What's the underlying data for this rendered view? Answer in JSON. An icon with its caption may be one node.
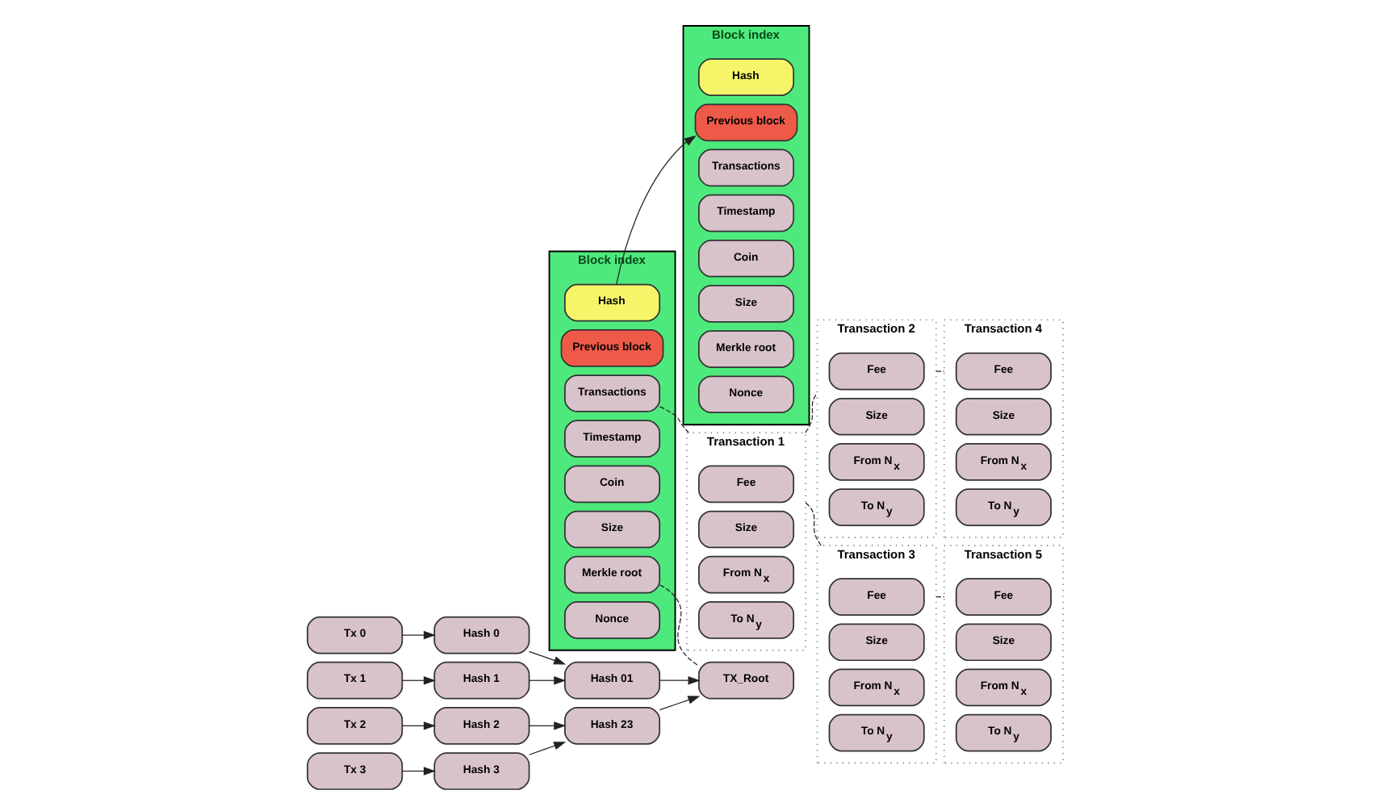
{
  "diagram": {
    "nodes": [
      {
        "text": [
          "Block index"
        ]
      },
      {
        "text": [
          "Hash"
        ],
        "in": 0
      },
      {
        "text": [
          "Previous block"
        ],
        "in": 0
      },
      {
        "text": [
          "Transactions"
        ],
        "in": 0
      },
      {
        "text": [
          "Timestamp"
        ],
        "in": 0
      },
      {
        "text": [
          "Coin"
        ],
        "in": 0
      },
      {
        "text": [
          "Size"
        ],
        "in": 0
      },
      {
        "text": [
          "Merkle root"
        ],
        "in": 0
      },
      {
        "text": [
          "Nonce"
        ],
        "in": 0
      },
      {
        "text": [
          "Block index"
        ]
      },
      {
        "text": [
          "Hash"
        ],
        "in": 9
      },
      {
        "text": [
          "Previous block"
        ],
        "in": 9
      },
      {
        "text": [
          "Transactions"
        ],
        "in": 9
      },
      {
        "text": [
          "Timestamp"
        ],
        "in": 9
      },
      {
        "text": [
          "Coin"
        ],
        "in": 9
      },
      {
        "text": [
          "Size"
        ],
        "in": 9
      },
      {
        "text": [
          "Merkle root"
        ],
        "in": 9
      },
      {
        "text": [
          "Nonce"
        ],
        "in": 9
      },
      {
        "text": [
          "Transaction 1"
        ]
      },
      {
        "text": [
          "Fee"
        ],
        "in": 18
      },
      {
        "text": [
          "Size"
        ],
        "in": 18
      },
      {
        "text": [
          "From N$_{x}$"
        ],
        "in": 18
      },
      {
        "text": [
          "To N$_{y}$"
        ],
        "in": 18
      },
      {
        "text": [
          "Transaction 2"
        ]
      },
      {
        "text": [
          "Fee"
        ],
        "in": 23
      },
      {
        "text": [
          "Size"
        ],
        "in": 23
      },
      {
        "text": [
          "From N$_{x}$"
        ],
        "in": 23
      },
      {
        "text": [
          "To N$_{y}$"
        ],
        "in": 23
      },
      {
        "text": [
          "Transaction 3"
        ]
      },
      {
        "text": [
          "Fee"
        ],
        "in": 28
      },
      {
        "text": [
          "Size"
        ],
        "in": 28
      },
      {
        "text": [
          "From N$_{x}$"
        ],
        "in": 28
      },
      {
        "text": [
          "To N$_{y}$"
        ],
        "in": 28
      },
      {
        "text": [
          "Transaction 4"
        ]
      },
      {
        "text": [
          "Fee"
        ],
        "in": 33
      },
      {
        "text": [
          "Size"
        ],
        "in": 33
      },
      {
        "text": [
          "From N$_{x}$"
        ],
        "in": 33
      },
      {
        "text": [
          "To N$_{y}$"
        ],
        "in": 33
      },
      {
        "text": [
          "Transaction 5"
        ]
      },
      {
        "text": [
          "Fee"
        ],
        "in": 38
      },
      {
        "text": [
          "Size"
        ],
        "in": 38
      },
      {
        "text": [
          "From N$_{x}$"
        ],
        "in": 38
      },
      {
        "text": [
          "To N$_{y}$"
        ],
        "in": 38
      },
      {
        "text": [
          "TX_Root"
        ]
      },
      {
        "text": [
          "Hash 01"
        ]
      },
      {
        "text": [
          "Hash 23"
        ]
      },
      {
        "text": [
          "Hash 0"
        ]
      },
      {
        "text": [
          "Hash 1"
        ]
      },
      {
        "text": [
          "Hash 2"
        ]
      },
      {
        "text": [
          "Hash 3"
        ]
      },
      {
        "text": [
          "Tx 0"
        ]
      },
      {
        "text": [
          "Tx 1"
        ]
      },
      {
        "text": [
          "Tx 2"
        ]
      },
      {
        "text": [
          "Tx 3"
        ]
      }
    ],
    "edges": [
      {
        "from": 10,
        "to": 2,
        "arrow": "to"
      },
      {
        "from": 12,
        "to": 18,
        "arrow": "none",
        "style": "dashed"
      },
      {
        "from": 18,
        "to": 23,
        "arrow": "none",
        "style": "dashed"
      },
      {
        "from": 18,
        "to": 28,
        "arrow": "none",
        "style": "dashed"
      },
      {
        "from": 23,
        "to": 33,
        "arrow": "none",
        "style": "dashed"
      },
      {
        "from": 28,
        "to": 38,
        "arrow": "none",
        "style": "dashed"
      },
      {
        "from": 16,
        "to": 43,
        "arrow": "none",
        "style": "dashed"
      },
      {
        "from": 44,
        "to": 43,
        "arrow": "to"
      },
      {
        "from": 45,
        "to": 43,
        "arrow": "to"
      },
      {
        "from": 46,
        "to": 44,
        "arrow": "to"
      },
      {
        "from": 47,
        "to": 44,
        "arrow": "to"
      },
      {
        "from": 48,
        "to": 45,
        "arrow": "to"
      },
      {
        "from": 49,
        "to": 45,
        "arrow": "to"
      },
      {
        "from": 50,
        "to": 46,
        "arrow": "to"
      },
      {
        "from": 51,
        "to": 47,
        "arrow": "to"
      },
      {
        "from": 52,
        "to": 48,
        "arrow": "to"
      },
      {
        "from": 53,
        "to": 49,
        "arrow": "to"
      }
    ]
  }
}
